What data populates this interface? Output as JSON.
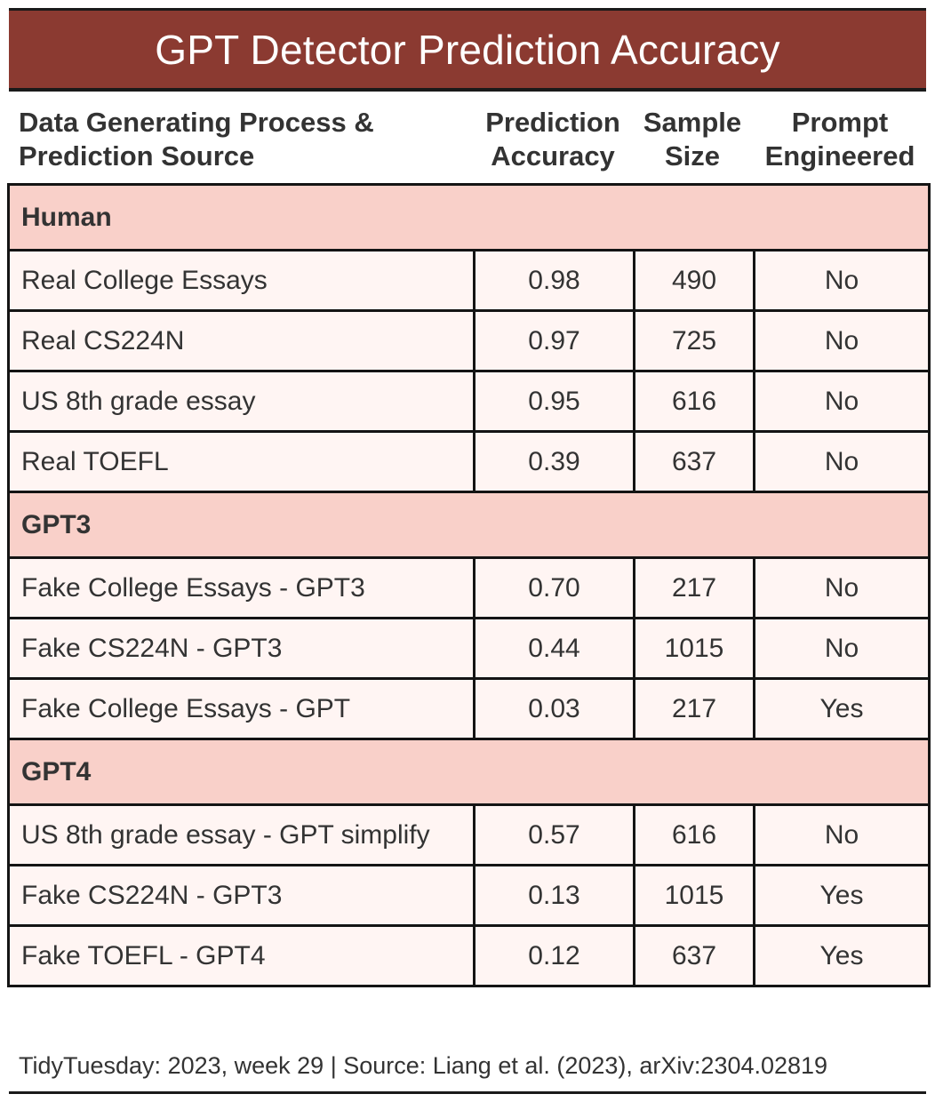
{
  "chart_data": {
    "type": "table",
    "title": "GPT Detector Prediction Accuracy",
    "columns": [
      "Data Generating Process & Prediction Source",
      "Prediction Accuracy",
      "Sample Size",
      "Prompt Engineered"
    ],
    "groups": [
      {
        "name": "Human",
        "rows": [
          {
            "source": "Real College Essays",
            "accuracy": "0.98",
            "sample_size": "490",
            "prompt": "No"
          },
          {
            "source": "Real CS224N",
            "accuracy": "0.97",
            "sample_size": "725",
            "prompt": "No"
          },
          {
            "source": "US 8th grade essay",
            "accuracy": "0.95",
            "sample_size": "616",
            "prompt": "No"
          },
          {
            "source": "Real TOEFL",
            "accuracy": "0.39",
            "sample_size": "637",
            "prompt": "No"
          }
        ]
      },
      {
        "name": "GPT3",
        "rows": [
          {
            "source": "Fake College Essays - GPT3",
            "accuracy": "0.70",
            "sample_size": "217",
            "prompt": "No"
          },
          {
            "source": "Fake CS224N - GPT3",
            "accuracy": "0.44",
            "sample_size": "1015",
            "prompt": "No"
          },
          {
            "source": "Fake College Essays - GPT",
            "accuracy": "0.03",
            "sample_size": "217",
            "prompt": "Yes"
          }
        ]
      },
      {
        "name": "GPT4",
        "rows": [
          {
            "source": "US 8th grade essay - GPT simplify",
            "accuracy": "0.57",
            "sample_size": "616",
            "prompt": "No"
          },
          {
            "source": "Fake CS224N - GPT3",
            "accuracy": "0.13",
            "sample_size": "1015",
            "prompt": "Yes"
          },
          {
            "source": "Fake TOEFL - GPT4",
            "accuracy": "0.12",
            "sample_size": "637",
            "prompt": "Yes"
          }
        ]
      }
    ],
    "footer": "TidyTuesday: 2023, week 29 | Source: Liang et al. (2023), arXiv:2304.02819",
    "colors": {
      "title_background": "#8b3a31",
      "group_background": "#f9d0c9",
      "cell_background": "#fff5f3",
      "border": "#141414"
    }
  }
}
